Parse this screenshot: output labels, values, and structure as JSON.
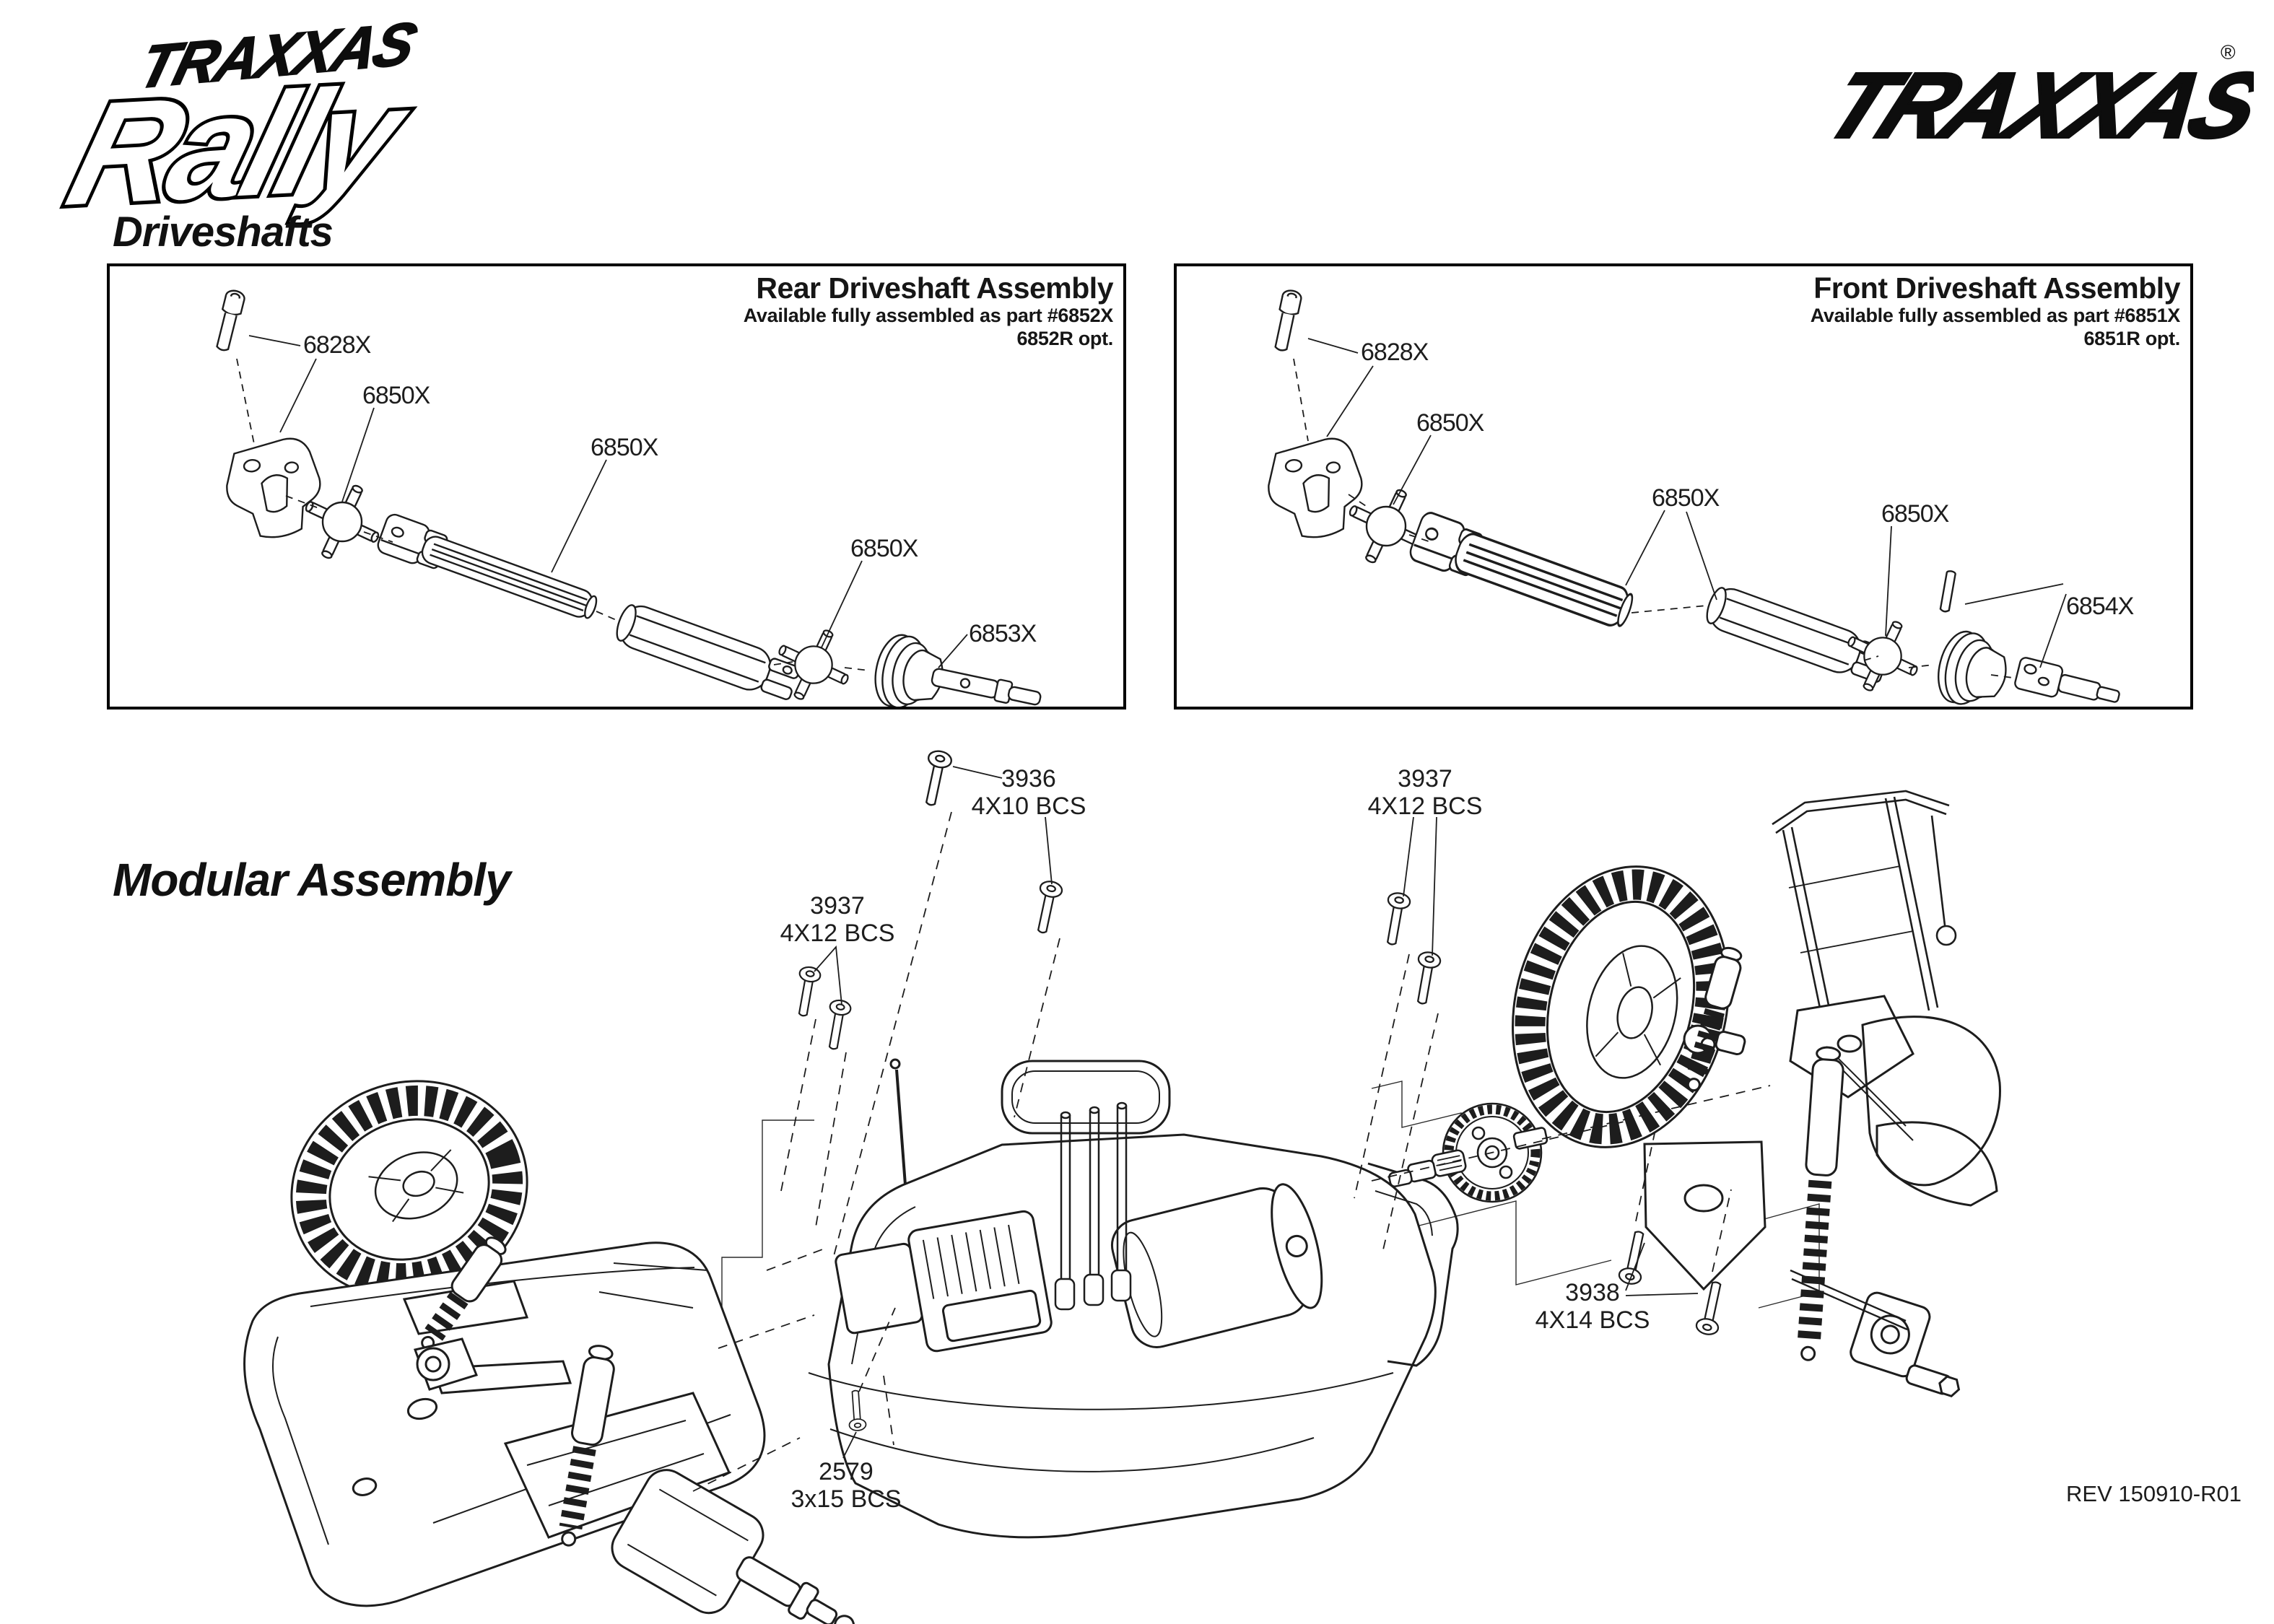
{
  "logos": {
    "rally_brand": "TRAXXAS",
    "rally_name": "Rally",
    "traxxas": "TRAXXAS",
    "registered": "®"
  },
  "headings": {
    "driveshafts": "Driveshafts",
    "modular_assembly": "Modular Assembly"
  },
  "rear_driveshaft_box": {
    "title": "Rear Driveshaft Assembly",
    "subtitle": "Available fully assembled as part #6852X",
    "option": "6852R opt.",
    "part_labels": [
      "6828X",
      "6850X",
      "6850X",
      "6850X",
      "6853X"
    ]
  },
  "front_driveshaft_box": {
    "title": "Front Driveshaft Assembly",
    "subtitle": "Available fully assembled as part #6851X",
    "option": "6851R opt.",
    "part_labels": [
      "6828X",
      "6850X",
      "6850X",
      "6850X",
      "6854X"
    ]
  },
  "modular_assembly": {
    "fastener_labels": [
      {
        "part": "3936",
        "size": "4X10 BCS"
      },
      {
        "part": "3937",
        "size": "4X12 BCS"
      },
      {
        "part": "3937",
        "size": "4X12 BCS"
      },
      {
        "part": "3938",
        "size": "4X14 BCS"
      },
      {
        "part": "2579",
        "size": "3x15 BCS"
      }
    ]
  },
  "footer": {
    "revision": "REV 150910-R01"
  }
}
